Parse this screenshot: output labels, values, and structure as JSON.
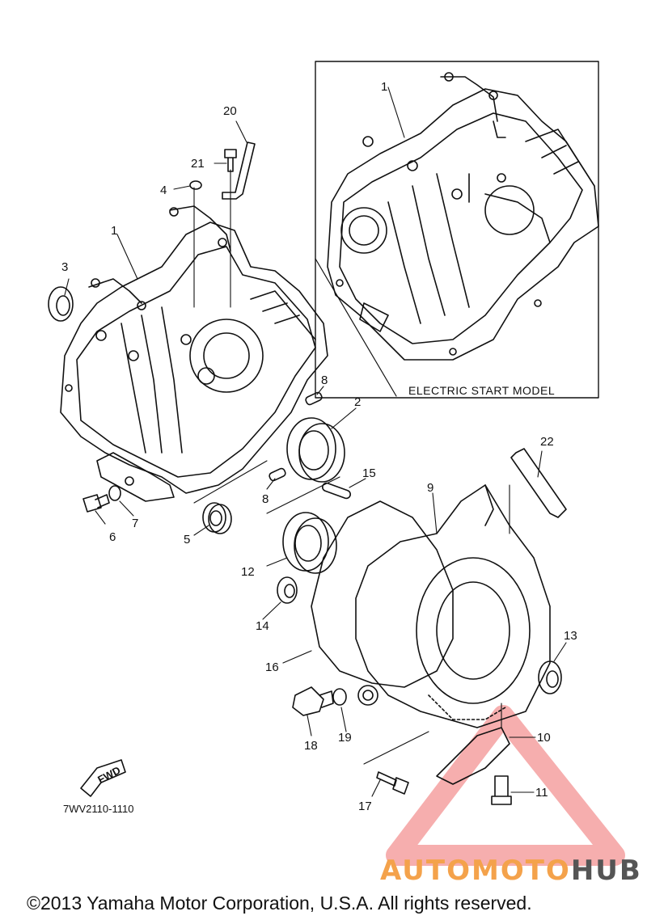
{
  "figure": {
    "inset_label": "ELECTRIC START MODEL",
    "part_code": "7WV2110-1110",
    "fwd_label": "FWD",
    "copyright": "©2013 Yamaha Motor Corporation, U.S.A. All rights reserved."
  },
  "watermark": {
    "part1": "AUTO",
    "part2": "MOTO",
    "part3": "HUB",
    "color_accent": "#f4a24b",
    "triangle_color": "#ee6b6b"
  },
  "callouts": [
    {
      "id": "c20",
      "text": "20"
    },
    {
      "id": "c21",
      "text": "21"
    },
    {
      "id": "c4",
      "text": "4"
    },
    {
      "id": "c1",
      "text": "1"
    },
    {
      "id": "c3",
      "text": "3"
    },
    {
      "id": "c8a",
      "text": "8"
    },
    {
      "id": "c2",
      "text": "2"
    },
    {
      "id": "c15",
      "text": "15"
    },
    {
      "id": "c8b",
      "text": "8"
    },
    {
      "id": "c6",
      "text": "6"
    },
    {
      "id": "c7",
      "text": "7"
    },
    {
      "id": "c5",
      "text": "5"
    },
    {
      "id": "c9",
      "text": "9"
    },
    {
      "id": "c22",
      "text": "22"
    },
    {
      "id": "c12",
      "text": "12"
    },
    {
      "id": "c14",
      "text": "14"
    },
    {
      "id": "c13",
      "text": "13"
    },
    {
      "id": "c16",
      "text": "16"
    },
    {
      "id": "c18",
      "text": "18"
    },
    {
      "id": "c19",
      "text": "19"
    },
    {
      "id": "c10",
      "text": "10"
    },
    {
      "id": "c11",
      "text": "11"
    },
    {
      "id": "c17",
      "text": "17"
    },
    {
      "id": "c1b",
      "text": "1"
    }
  ]
}
